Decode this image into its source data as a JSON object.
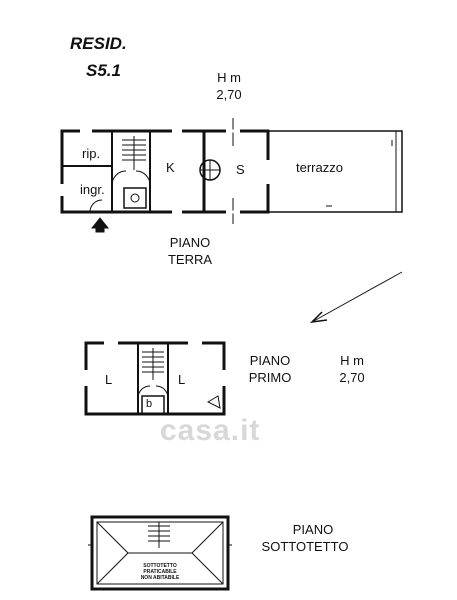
{
  "header": {
    "line1": "RESID.",
    "line2": "S5.1"
  },
  "ground": {
    "height_label": "H m",
    "height_value": "2,70",
    "floor_name_1": "PIANO",
    "floor_name_2": "TERRA",
    "rooms": {
      "rip": "rip.",
      "ingr": "ingr.",
      "k": "K",
      "s": "S",
      "terrazzo": "terrazzo"
    }
  },
  "first": {
    "floor_name_1": "PIANO",
    "floor_name_2": "PRIMO",
    "height_label": "H m",
    "height_value": "2,70",
    "rooms": {
      "l_left": "L",
      "l_right": "L",
      "b": "b"
    }
  },
  "attic": {
    "floor_name_1": "PIANO",
    "floor_name_2": "SOTTOTETTO",
    "note_1": "SOTTOTETTO",
    "note_2": "PRATICABILE",
    "note_3": "NON ABITABILE"
  },
  "watermark": "casa.it"
}
